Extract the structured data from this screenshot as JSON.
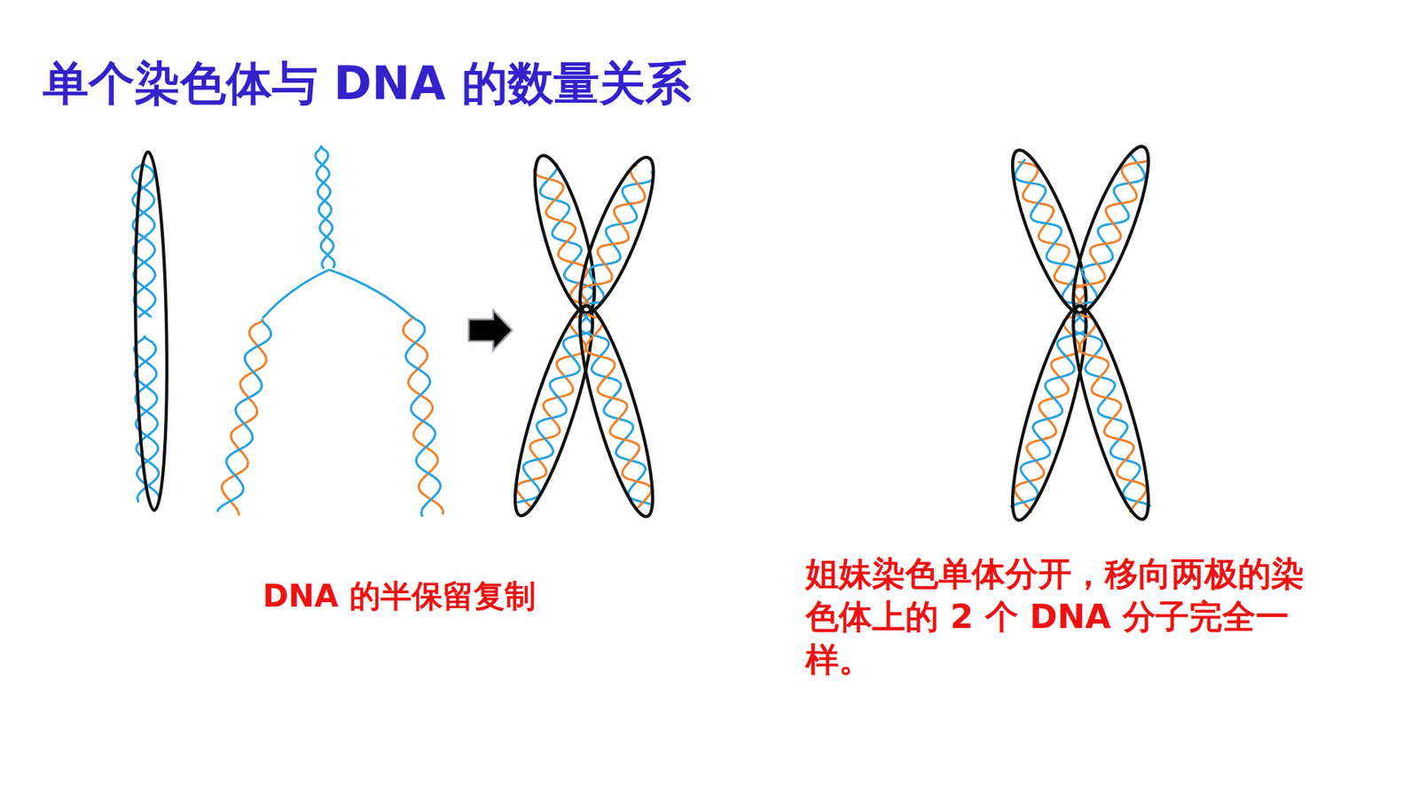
{
  "diagram": {
    "title": "单个染色体与 DNA 的数量关系",
    "labels": [
      "DNA 的半保留复制",
      "姐妹染色单体分开，移向两极的染色体上的 2 个 DNA 分子完全一样。"
    ]
  }
}
